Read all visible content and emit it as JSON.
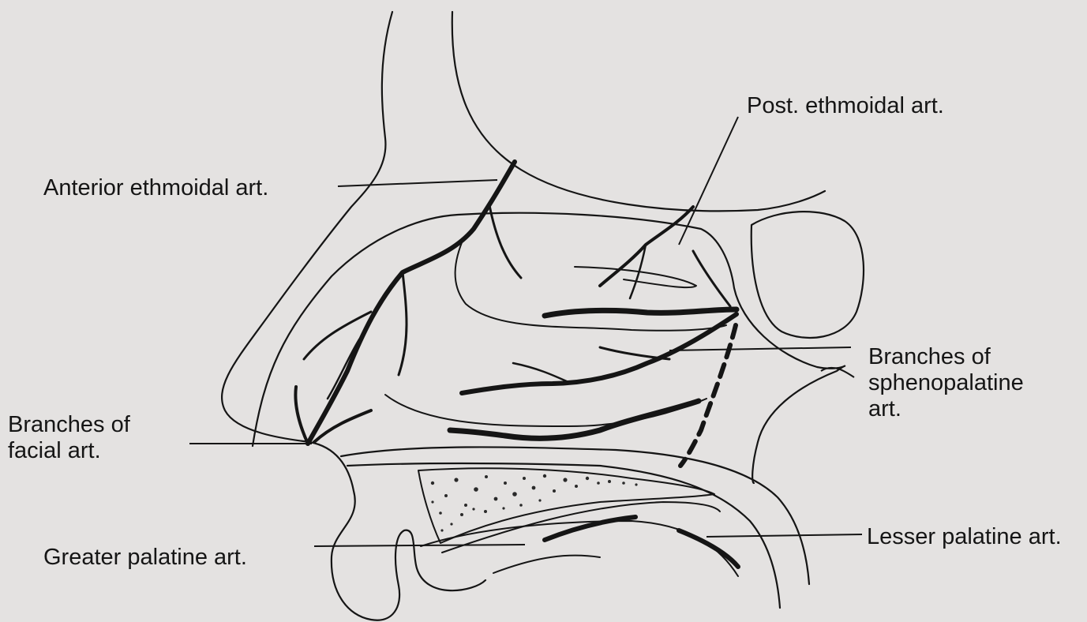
{
  "labels": {
    "post_ethmoidal": "Post. ethmoidal art.",
    "anterior_ethmoidal": "Anterior ethmoidal art.",
    "sphenopalatine": [
      "Branches of",
      "sphenopalatine",
      "art."
    ],
    "facial": [
      "Branches of",
      "facial art."
    ],
    "greater_palatine": "Greater palatine art.",
    "lesser_palatine": "Lesser palatine art."
  },
  "colors": {
    "background": "#e4e2e1",
    "ink": "#151515",
    "stipple": "#2a2a2a"
  }
}
